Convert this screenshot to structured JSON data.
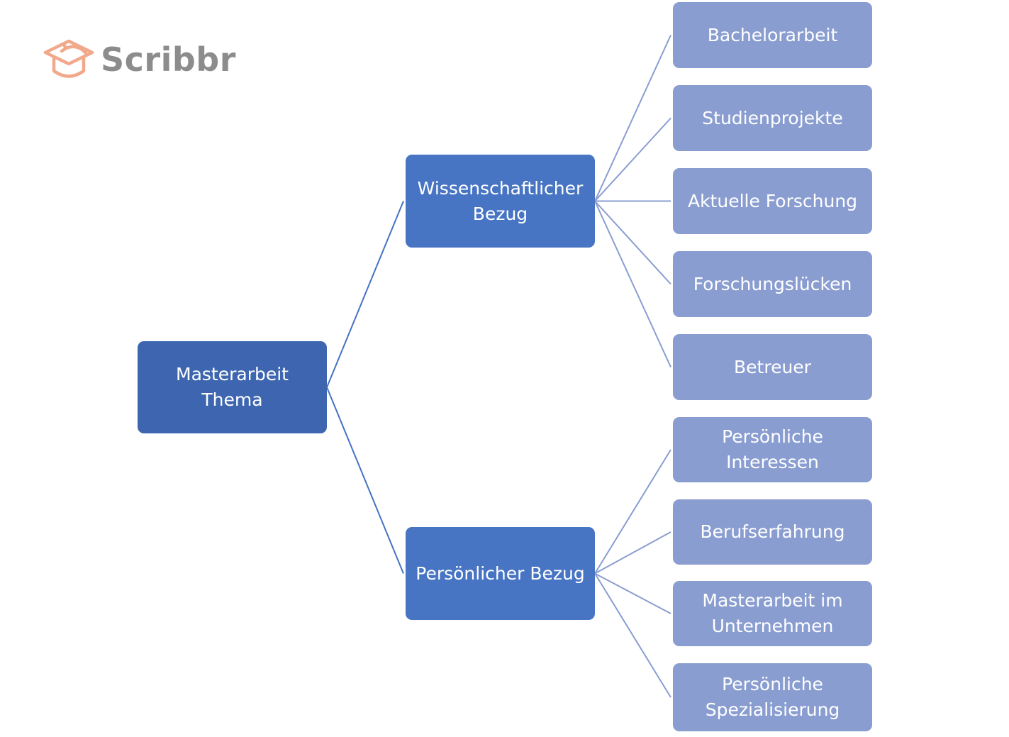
{
  "logo": {
    "icon": "graduation-cap-icon",
    "text": "Scribbr",
    "icon_color": "#f2a88a",
    "text_color": "#8c8c8c"
  },
  "colors": {
    "root": "#3e66b0",
    "mid": "#4774c3",
    "leaf": "#8a9dd1",
    "root_connector": "#4472c4",
    "leaf_connector": "#8a9dd1"
  },
  "diagram": {
    "root": {
      "label": "Masterarbeit\nThema"
    },
    "branches": [
      {
        "label": "Wissenschaftlicher\nBezug",
        "children": [
          {
            "label": "Bachelorarbeit"
          },
          {
            "label": "Studienprojekte"
          },
          {
            "label": "Aktuelle Forschung"
          },
          {
            "label": "Forschungslücken"
          },
          {
            "label": "Betreuer"
          }
        ]
      },
      {
        "label": "Persönlicher Bezug",
        "children": [
          {
            "label": "Persönliche\nInteressen"
          },
          {
            "label": "Berufserfahrung"
          },
          {
            "label": "Masterarbeit im\nUnternehmen"
          },
          {
            "label": "Persönliche\nSpezialisierung"
          }
        ]
      }
    ]
  }
}
